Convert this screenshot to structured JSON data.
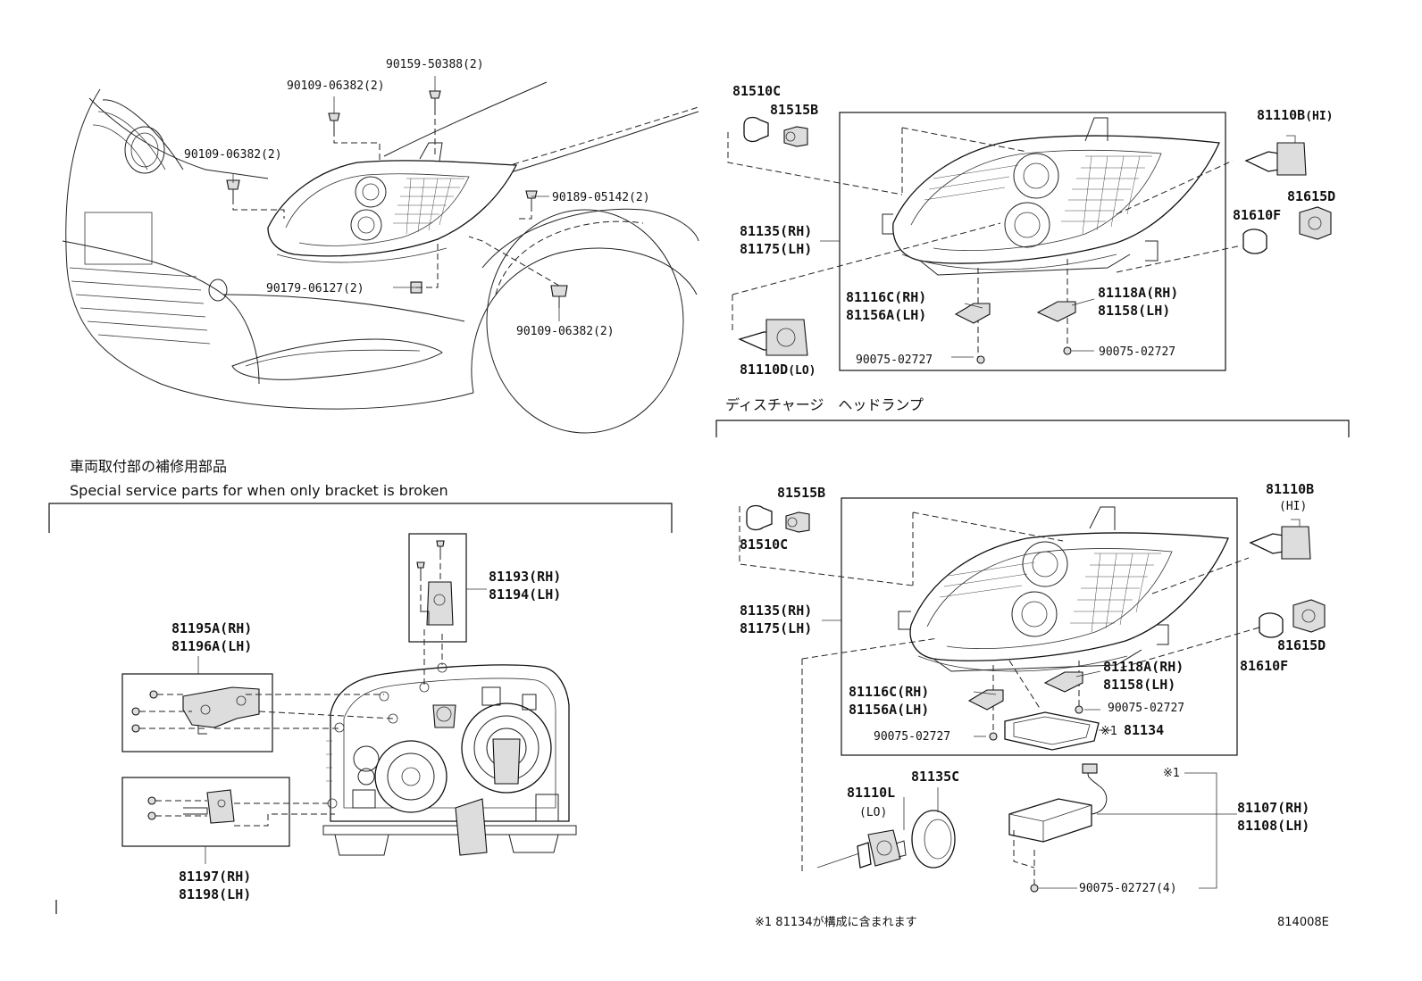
{
  "top_left": {
    "labels": {
      "p1": "90159-50388(2)",
      "p2": "90109-06382(2)",
      "p3": "90109-06382(2)",
      "p4": "90189-05142(2)",
      "p5": "90179-06127(2)",
      "p6": "90109-06382(2)"
    }
  },
  "top_right": {
    "labels": {
      "b1": "81510C",
      "b2": "81515B",
      "hi": "81110B",
      "hi_suffix": "(HI)",
      "d1": "81615D",
      "f1": "81610F",
      "h1": "81135(RH)",
      "h2": "81175(LH)",
      "c1": "81116C(RH)",
      "c2": "81156A(LH)",
      "a1": "81118A(RH)",
      "a2": "81158(LH)",
      "s1": "90075-02727",
      "s2": "90075-02727",
      "lo": "81110D",
      "lo_suffix": "(LO)"
    }
  },
  "discharge": {
    "title": "ディスチャージ　ヘッドランプ",
    "labels": {
      "b2": "81515B",
      "b1": "81510C",
      "hi": "81110B",
      "hi_suffix": "(HI)",
      "h1": "81135(RH)",
      "h2": "81175(LH)",
      "d1": "81615D",
      "f1": "81610F",
      "a1": "81118A(RH)",
      "a2": "81158(LH)",
      "c1": "81116C(RH)",
      "c2": "81156A(LH)",
      "s1": "90075-02727",
      "s2": "90075-02727",
      "mark1": "※1",
      "g1": "81134",
      "lo": "81110L",
      "lo_suffix": "(LO)",
      "ring": "81135C",
      "mark2": "※1",
      "e1": "81107(RH)",
      "e2": "81108(LH)",
      "s3": "90075-02727(4)"
    },
    "note": "※1 81134が構成に含まれます",
    "code": "814008E"
  },
  "bracket": {
    "title_jp": "車両取付部の補修用部品",
    "title_en": "Special service parts for when only bracket is broken",
    "labels": {
      "k1": "81193(RH)",
      "k2": "81194(LH)",
      "m1": "81195A(RH)",
      "m2": "81196A(LH)",
      "n1": "81197(RH)",
      "n2": "81198(LH)"
    }
  }
}
